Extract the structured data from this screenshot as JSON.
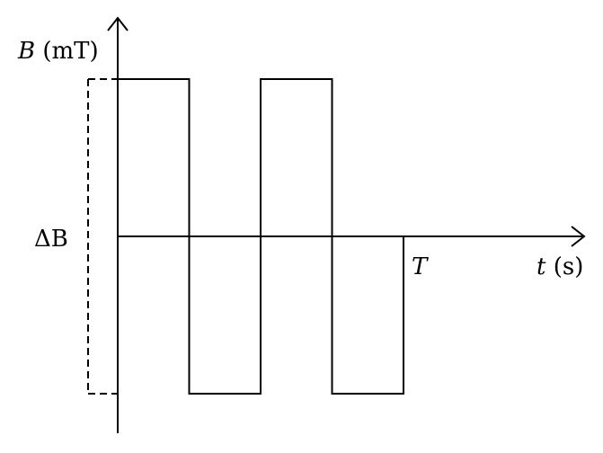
{
  "chart_data": {
    "type": "line",
    "title": "",
    "ylabel": {
      "symbol": "B",
      "unit": "(mT)"
    },
    "xlabel": {
      "symbol": "t",
      "unit": "(s)"
    },
    "period_label": "T",
    "delta_label": "ΔB",
    "series": [
      {
        "x": [
          0,
          1,
          1,
          2,
          2,
          3,
          3,
          4,
          4
        ],
        "y": [
          1,
          1,
          -1,
          -1,
          1,
          1,
          -1,
          -1,
          0
        ]
      }
    ],
    "xlim": [
      0,
      4
    ],
    "ylim": [
      -1,
      1
    ],
    "grid": false,
    "colors": {
      "line": "#000000",
      "background": "#ffffff"
    }
  }
}
